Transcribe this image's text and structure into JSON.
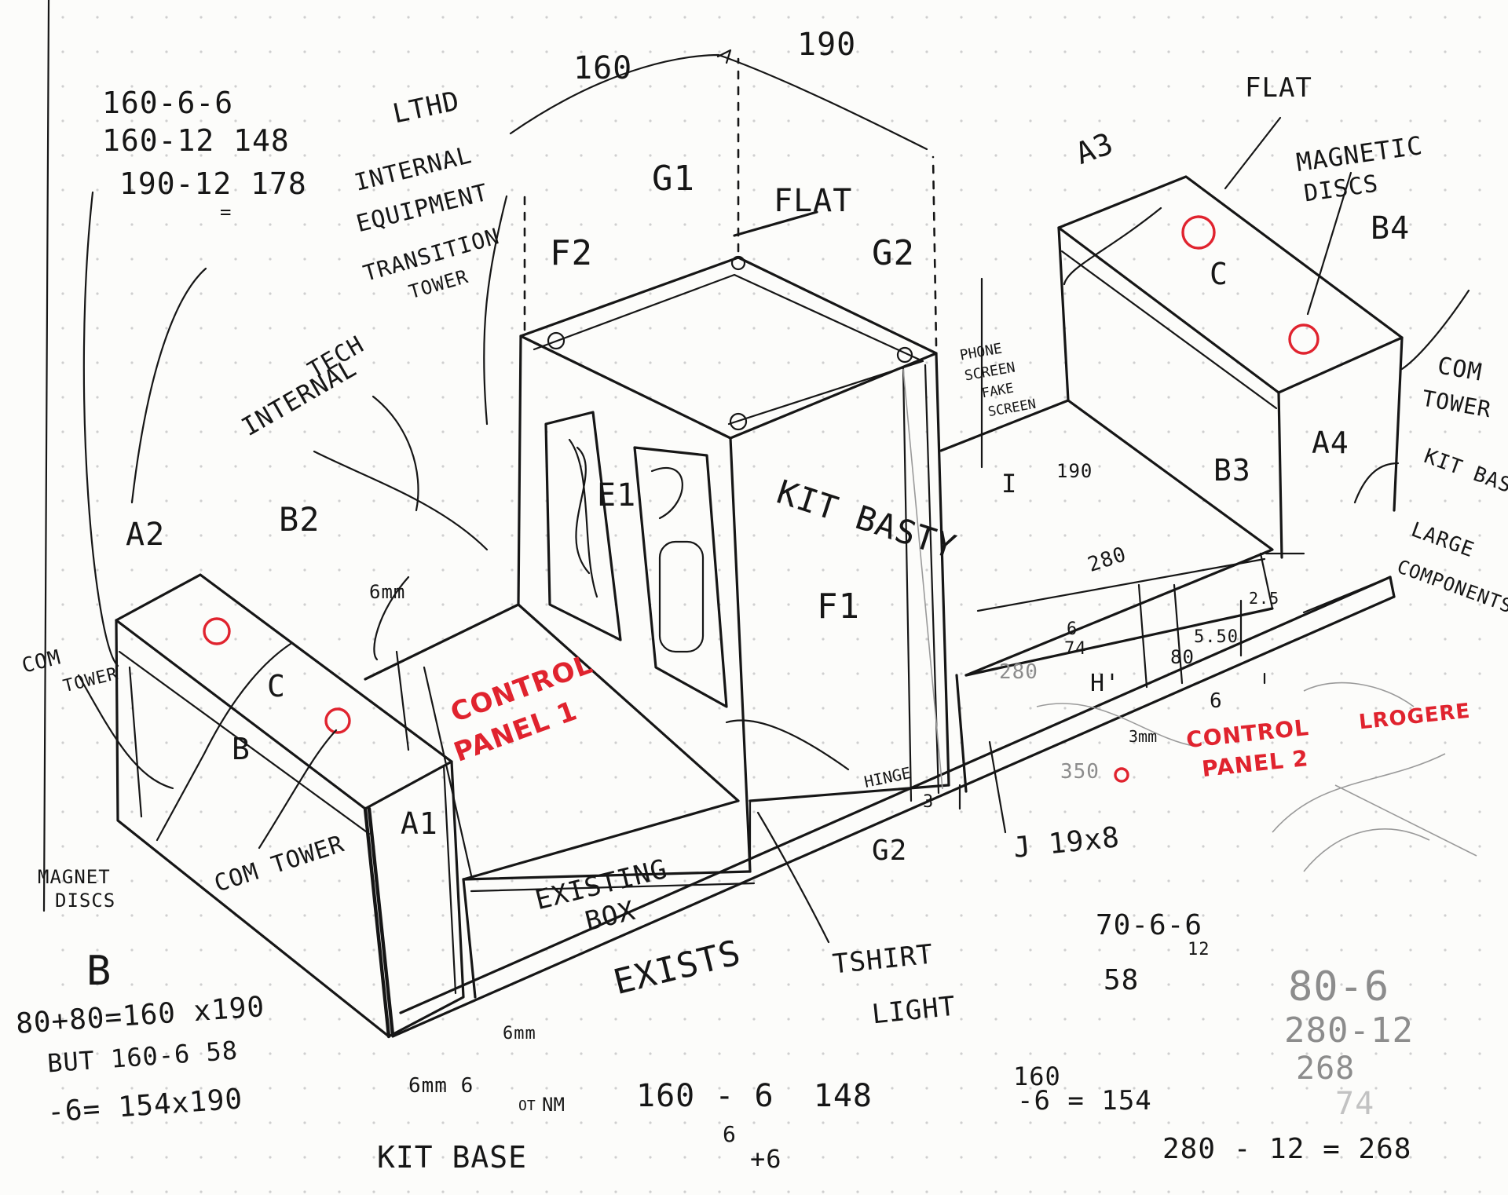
{
  "labels": {
    "dims_top_left": [
      "160-6-6",
      "160-12 148",
      "190-12 178"
    ],
    "dim_equals": "=",
    "dim_160": "160",
    "dim_190": "190",
    "lthd": "LTHD",
    "internal_equipment": [
      "INTERNAL",
      "EQUIPMENT"
    ],
    "transition_tower": [
      "TRANSITION",
      "TOWER"
    ],
    "internal_tech": [
      "INTERNAL",
      "TECH"
    ],
    "g1": "G1",
    "f2": "F2",
    "flat_top": "FLAT",
    "g2_top": "G2",
    "e1": "E1",
    "kit_basty": "KIT BASTY",
    "f1": "F1",
    "a2": "A2",
    "b2": "B2",
    "c_left": "C",
    "b_left": "B",
    "a1": "A1",
    "com_tower_left": [
      "COM",
      "TOWER"
    ],
    "magnet_discs": [
      "MAGNET",
      "DISCS"
    ],
    "com_tower_bottom": "COM TOWER",
    "six_mm_top": "6mm",
    "control_panel_1": [
      "CONTROL",
      "PANEL 1"
    ],
    "existing_box": [
      "EXISTING",
      "BOX"
    ],
    "exists": "EXISTS",
    "tshirt_light": [
      "TSHIRT",
      "LIGHT"
    ],
    "hinge": "HINGE",
    "three": "3",
    "g2_bottom": "G2",
    "j_19x8": "J 19x8",
    "a3": "A3",
    "flat_right": "FLAT",
    "magnetic_discs": [
      "MAGNETIC",
      "DISCS"
    ],
    "b4": "B4",
    "c_right": "C",
    "com_tower_right": [
      "COM",
      "TOWER"
    ],
    "a4": "A4",
    "b3": "B3",
    "kit_base_large_components": [
      "KIT BASE",
      "LARGE",
      "COMPONENTS"
    ],
    "phone_screen_fake_screen": [
      "PHONE",
      "SCREEN",
      "FAKE",
      "SCREEN"
    ],
    "i_190": "190",
    "i_letter": "I",
    "d280": "280",
    "h_six": "6",
    "h_74": "74",
    "h_80": "80",
    "d25": "2.5",
    "d550": "5.50",
    "d6": "6",
    "h_prime": "H'",
    "d280_pencil": "280",
    "three_mm": "3mm",
    "control_panel_2": [
      "CONTROL",
      "PANEL 2"
    ],
    "lrogere": "LROGERE",
    "d350": "350",
    "calc_70": [
      "70-6-6",
      "12",
      "58"
    ],
    "calc_80": [
      "80-6",
      "280-12",
      "268",
      "74"
    ],
    "calc_b": [
      "B",
      "80+80=160 x190",
      "BUT 160-6 58",
      "-6= 154x190"
    ],
    "six_mm_bottom": "6mm",
    "six_mm_left_bottom": "6mm 6",
    "or_nm": [
      "OT",
      "NM"
    ],
    "kit_base_bottom": "KIT BASE",
    "calc_160": [
      "160 - 6  148",
      "6",
      "+6"
    ],
    "calc_154": [
      "160",
      "-6 = 154"
    ],
    "calc_280": "280 - 12 = 268"
  },
  "colors": {
    "ink": "#161616",
    "red_ink": "#e0232e",
    "pencil": "#9a9a9a",
    "paper": "#fcfcfa"
  }
}
